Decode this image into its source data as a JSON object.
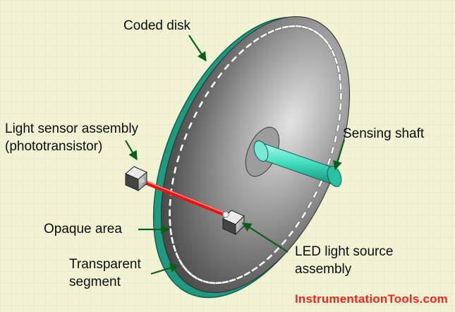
{
  "labels": {
    "coded_disk": "Coded disk",
    "sensing_shaft": "Sensing shaft",
    "light_sensor_line1": "Light sensor assembly",
    "light_sensor_line2": "(phototransistor)",
    "opaque_area": "Opaque area",
    "transparent_line1": "Transparent",
    "transparent_line2": "segment",
    "led_line1": "LED light source",
    "led_line2": "assembly"
  },
  "watermark": "InstrumentationTools.com",
  "colors": {
    "background": "#f1f4d4",
    "disk_face": "#8a8a8a",
    "disk_rim": "#1f9a80",
    "shaft": "#3fdcc0",
    "arrow": "#0b5e1a",
    "beam": "#ee1111",
    "watermark": "#ff1f1f"
  }
}
